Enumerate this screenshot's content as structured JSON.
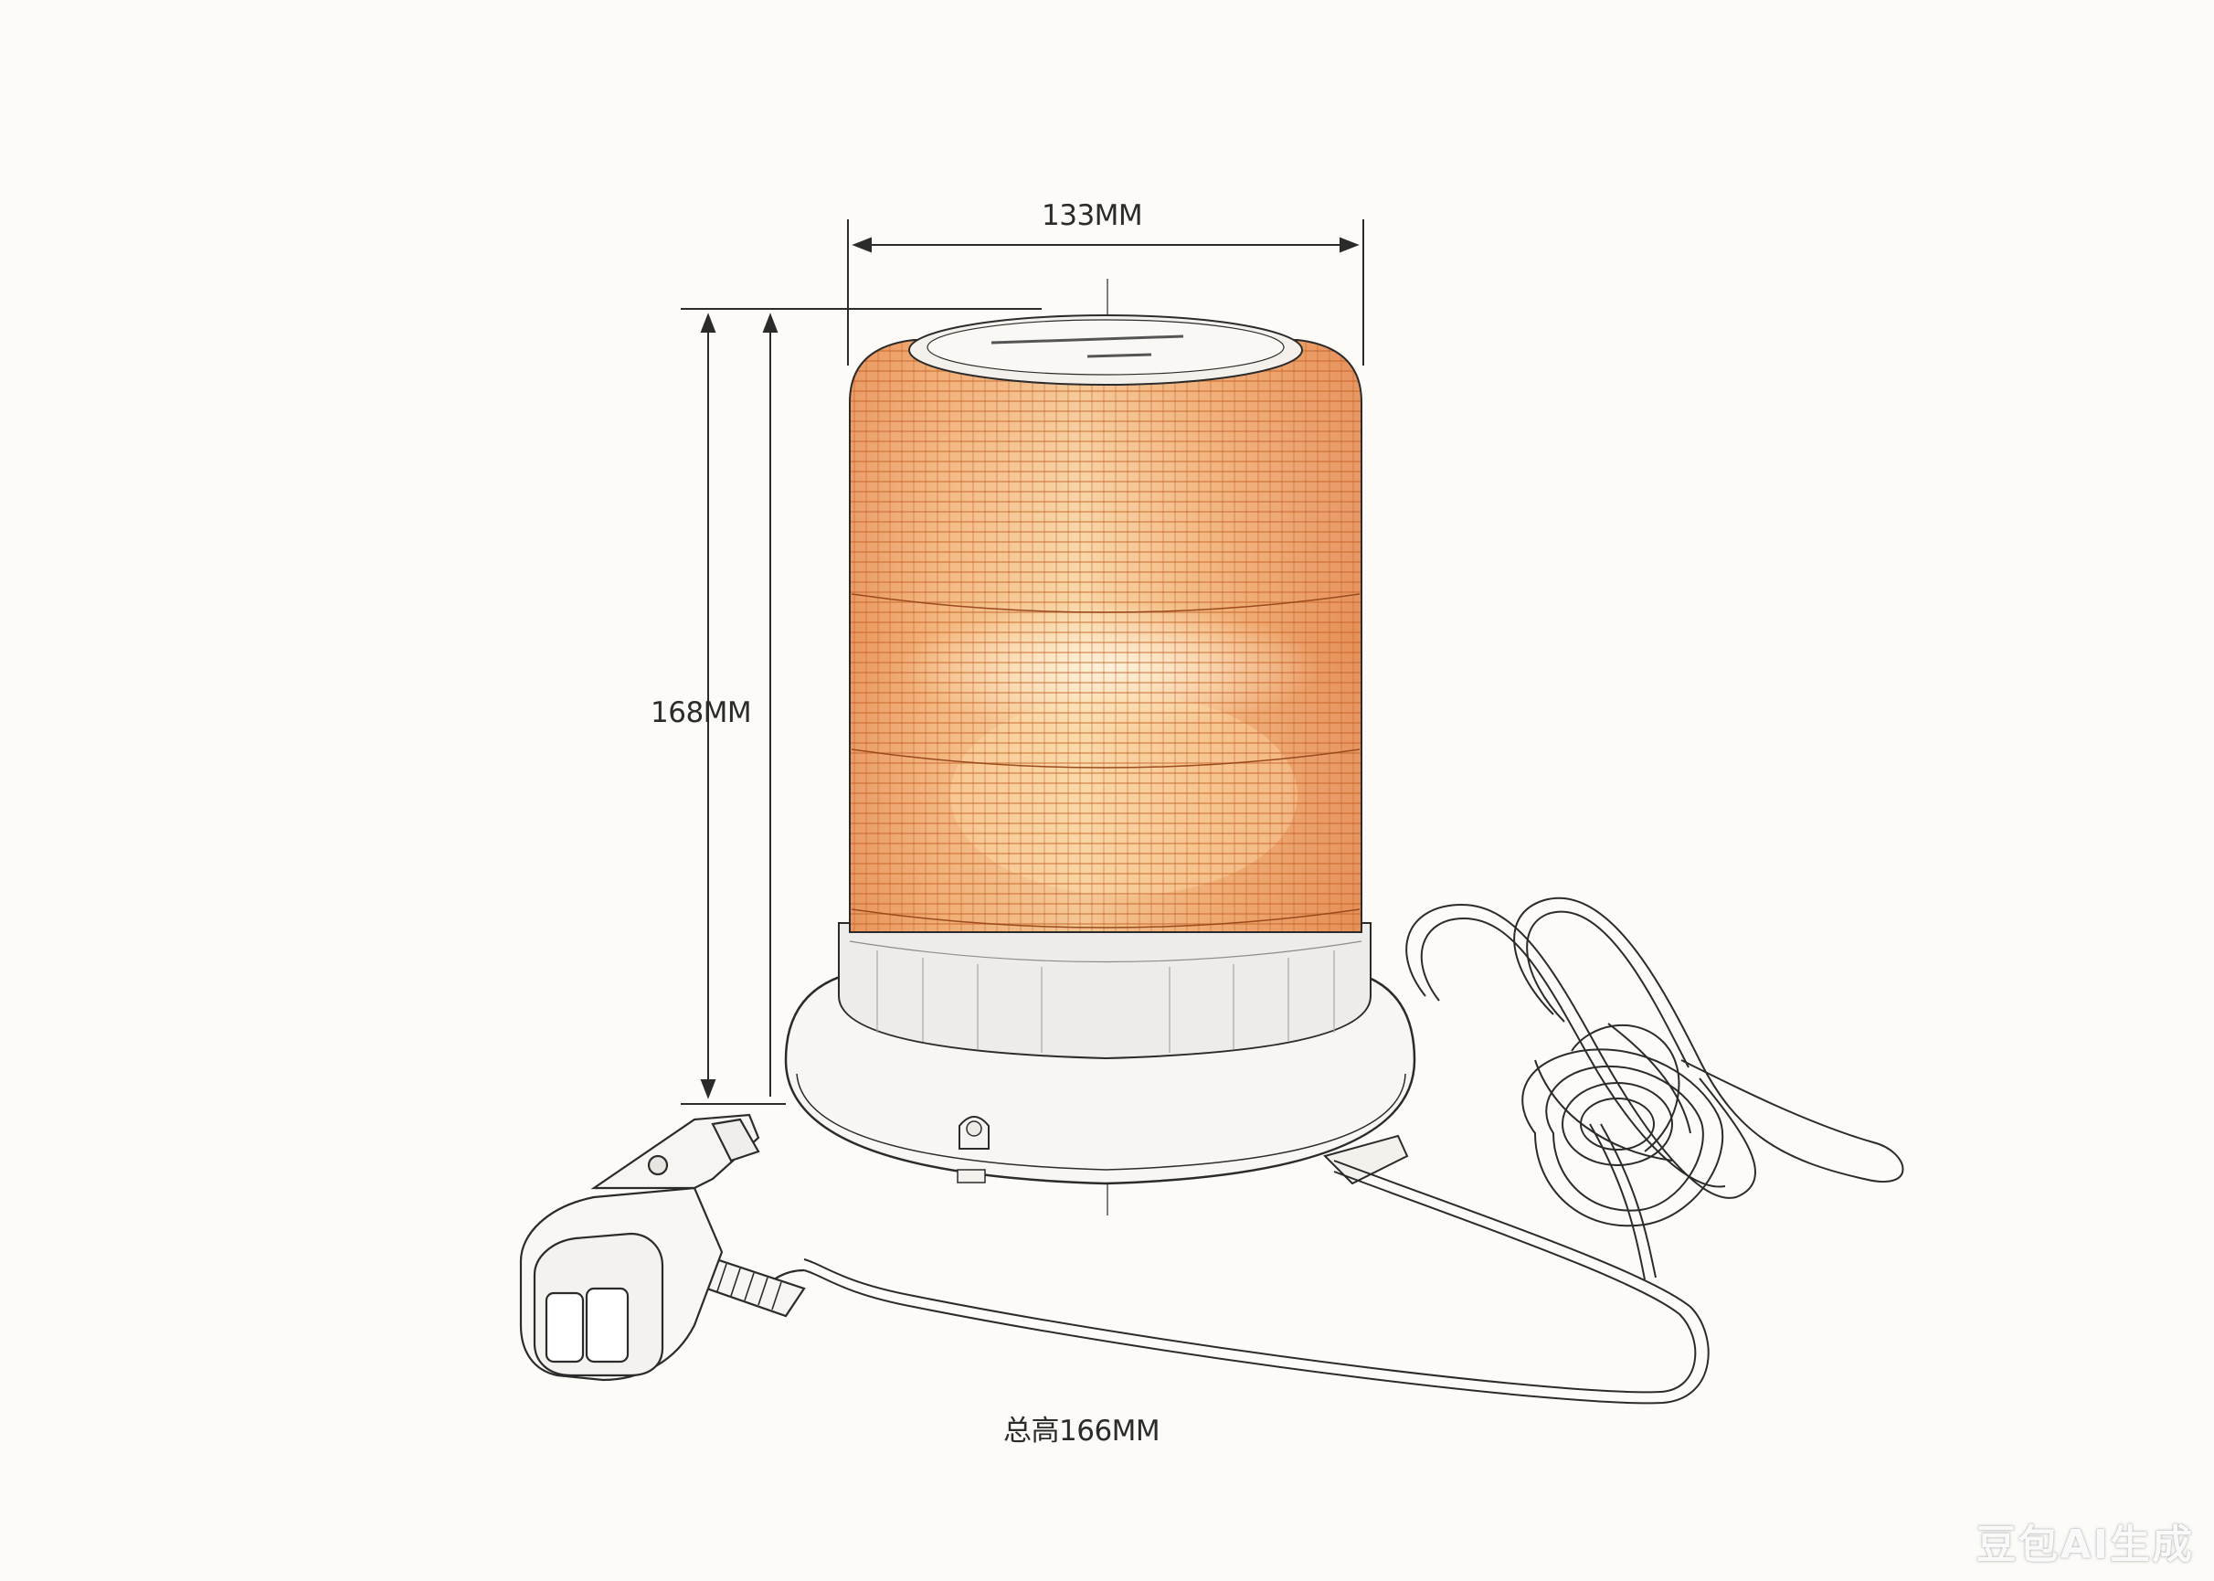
{
  "dimensions": {
    "width_label": "133MM",
    "height_label": "168MM",
    "total_label": "总高166MM"
  },
  "watermark": "豆包AI生成",
  "colors": {
    "background": "#fcfbf8",
    "lens_amber": "#f0a462",
    "lens_light": "#f8d7a6",
    "line": "#2b2b2b"
  }
}
